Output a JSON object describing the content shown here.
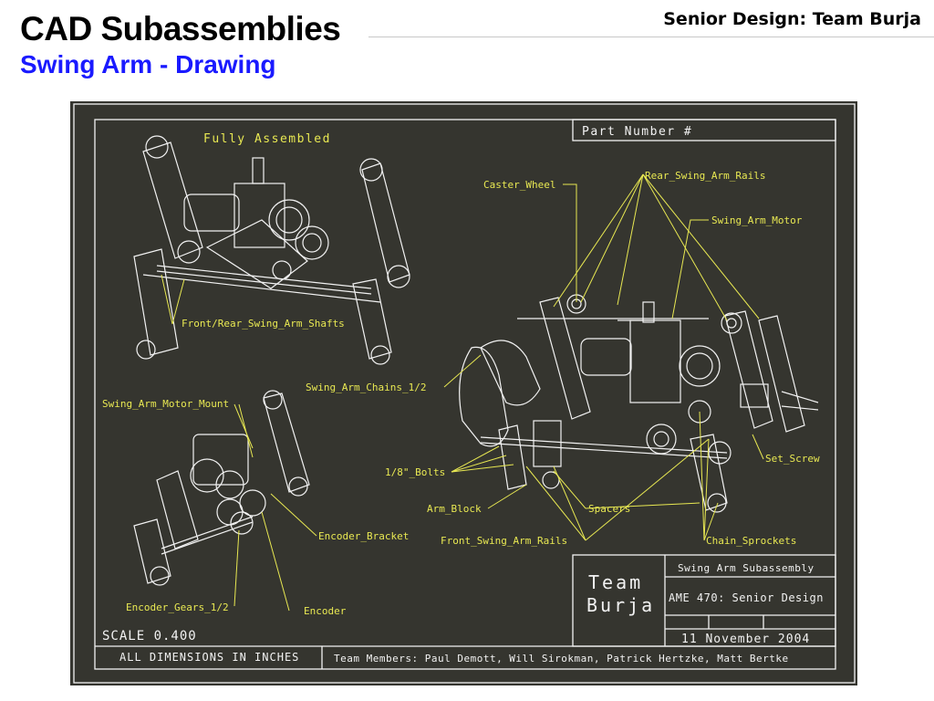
{
  "header": {
    "title": "CAD Subassemblies",
    "subtitle": "Swing Arm - Drawing",
    "team": "Senior Design: Team Burja"
  },
  "colors": {
    "title": "#000000",
    "subtitle": "#1a1aff",
    "drawing_background": "#35352f",
    "linework": "#f2f2f2",
    "labels": "#e8e852"
  },
  "drawing": {
    "view_labels": {
      "fully_assembled": "Fully Assembled",
      "part_number": "Part Number #",
      "scale": "SCALE  0.400",
      "dimensions": "ALL DIMENSIONS IN INCHES"
    },
    "callouts": {
      "front_rear_shafts": "Front/Rear_Swing_Arm_Shafts",
      "motor_mount": "Swing_Arm_Motor_Mount",
      "encoder_bracket": "Encoder_Bracket",
      "encoder_gears": "Encoder_Gears_1/2",
      "encoder": "Encoder",
      "caster_wheel": "Caster_Wheel",
      "rear_rails": "Rear_Swing_Arm_Rails",
      "motor": "Swing_Arm_Motor",
      "chains": "Swing_Arm_Chains_1/2",
      "set_screw": "Set_Screw",
      "bolts": "1/8\"_Bolts",
      "arm_block": "Arm_Block",
      "spacers": "Spacers",
      "front_rails": "Front_Swing_Arm_Rails",
      "chain_sprockets": "Chain_Sprockets"
    },
    "title_block": {
      "team_line1": "Team",
      "team_line2": "Burja",
      "assembly": "Swing Arm Subassembly",
      "course": "AME 470: Senior Design",
      "date": "11 November 2004",
      "members": "Team Members: Paul Demott, Will Sirokman, Patrick Hertzke, Matt Bertke"
    }
  }
}
